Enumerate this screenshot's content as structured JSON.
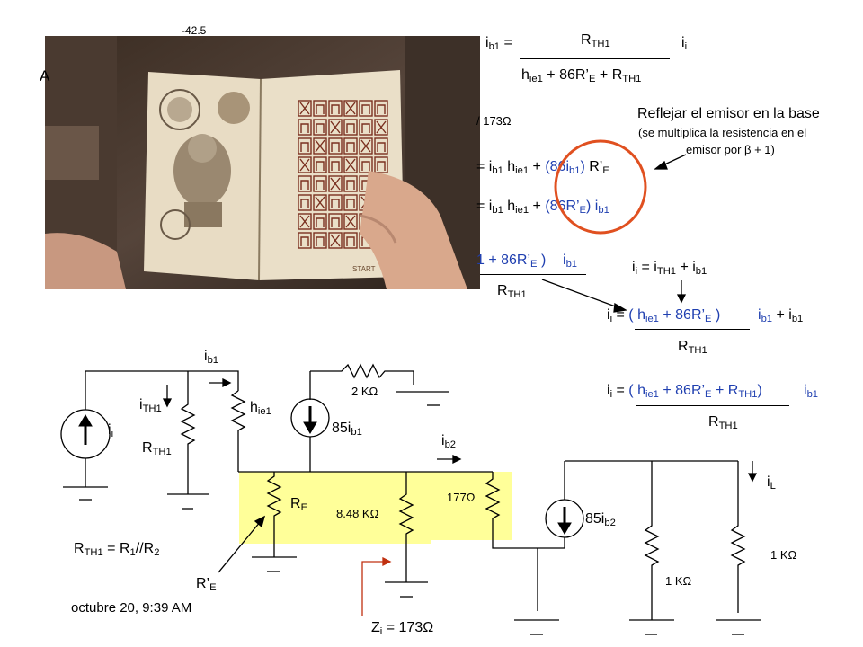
{
  "slide": {
    "top_value": "-42.5",
    "timestamp": "octubre 20, 9:39 AM",
    "photo_alt": "notebook photo",
    "photo_left_letter": "A",
    "photo_start_label": "START"
  },
  "equations": {
    "ib1_lhs": "i",
    "ib1_lhs_sub": "b1",
    "eq_sign": "=",
    "rth1_num": "R",
    "rth1_num_sub": "TH1",
    "ii_label": "i",
    "ii_sub": "i",
    "den_part1": "h",
    "den_part1_sub": "ie1",
    "den_part2": " + 86R’",
    "den_part2_sub": "E",
    "den_part3": " + R",
    "den_part3_sub": "TH1",
    "partial_173": "/ 173Ω",
    "line_a_prefix": "= i",
    "line_a_sub1": "b1",
    "line_a_mid": " h",
    "line_a_sub2": "ie1",
    "line_a_plus": " + ",
    "line_a_paren": "(86i",
    "line_a_paren_sub": "b1",
    "line_a_close": ") ",
    "line_a_re": "R’",
    "line_a_re_sub": "E",
    "line_b_prefix": "= i",
    "line_b_sub1": "b1",
    "line_b_mid": " h",
    "line_b_sub2": "ie1",
    "line_b_plus": " + ",
    "line_b_paren": "(86R’",
    "line_b_paren_sub": "E",
    "line_b_close": ") i",
    "line_b_close_sub": "b1",
    "partial_frac_num": "1 + 86R’",
    "partial_frac_num_sub": "E",
    "partial_frac_close": " )",
    "partial_frac_ib1": "i",
    "partial_frac_ib1_sub": "b1",
    "partial_frac_den": "R",
    "partial_frac_den_sub": "TH1",
    "ii_sum": "i",
    "ii_sum_sub": "i",
    "ii_sum_rhs": " = i",
    "ii_sum_rhs_sub": "TH1",
    "ii_sum_rhs2": " + i",
    "ii_sum_rhs2_sub": "b1",
    "ii2_lhs": "i",
    "ii2_lhs_sub": "i",
    "ii2_eq": " = ",
    "ii2_num": "( h",
    "ii2_num_sub": "ie1",
    "ii2_num2": " + 86R’",
    "ii2_num2_sub": "E",
    "ii2_num3": " )",
    "ii2_ib1": "i",
    "ii2_ib1_sub": "b1",
    "ii2_plus": " + i",
    "ii2_plus_sub": "b1",
    "ii2_den": "R",
    "ii2_den_sub": "TH1",
    "ii3_lhs": "i",
    "ii3_lhs_sub": "i",
    "ii3_eq": " = ",
    "ii3_num": "( h",
    "ii3_num_sub": "ie1",
    "ii3_num2": " + 86R’",
    "ii3_num2_sub": "E",
    "ii3_num3": " + R",
    "ii3_num3_sub": "TH1",
    "ii3_num4": ")",
    "ii3_ib1": "i",
    "ii3_ib1_sub": "b1",
    "ii3_den": "R",
    "ii3_den_sub": "TH1"
  },
  "annotation": {
    "title": "Reflejar el emisor en la base",
    "line1": "(se multiplica la resistencia en el",
    "line2": "emisor por β + 1)"
  },
  "circuit": {
    "ib1_top": "i",
    "ib1_top_sub": "b1",
    "ith1": "i",
    "ith1_sub": "TH1",
    "hie1": "h",
    "hie1_sub": "ie1",
    "source_ii": "i",
    "source_ii_sub": "i",
    "rth1": "R",
    "rth1_sub": "TH1",
    "r2k": "2 KΩ",
    "dep1": "85i",
    "dep1_sub": "b1",
    "ib2": "i",
    "ib2_sub": "b2",
    "re": "R",
    "re_sub": "E",
    "r848": "8.48 KΩ",
    "r177": "177Ω",
    "dep2": "85i",
    "dep2_sub": "b2",
    "il": "i",
    "il_sub": "L",
    "r1k_a": "1 KΩ",
    "r1k_b": "1 KΩ",
    "rth1_eq": "R",
    "rth1_eq_sub": "TH1",
    "rth1_eq_rhs": " = R",
    "rth1_eq_r1sub": "1",
    "rth1_eq_par": "//R",
    "rth1_eq_r2sub": "2",
    "re_prime": "R’",
    "re_prime_sub": "E",
    "zi": "Z",
    "zi_sub": "i",
    "zi_val": " = 173Ω"
  },
  "colors": {
    "blue": "#1f3fb0",
    "highlight": "#ffff99",
    "circle": "#e05020",
    "arrow_red": "#c03010"
  }
}
